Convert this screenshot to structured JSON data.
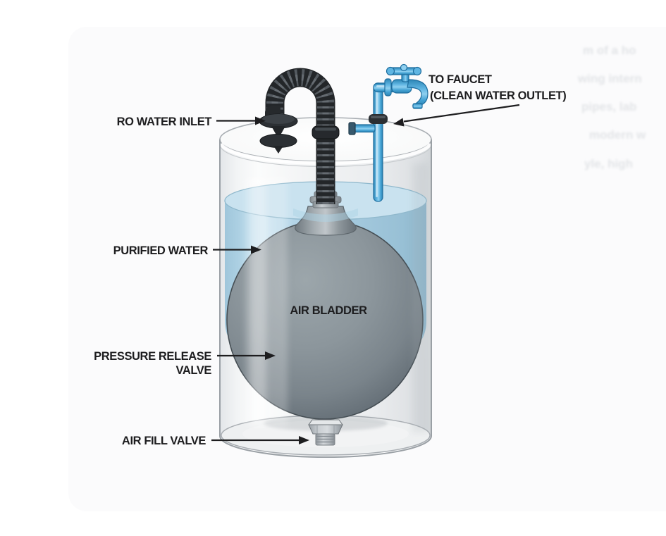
{
  "labels": {
    "ro_water_inlet": "RO WATER INLET",
    "to_faucet_line1": "TO FAUCET",
    "to_faucet_line2": "(CLEAN WATER OUTLET)",
    "purified_water": "PURIFIED WATER",
    "air_bladder": "AIR BLADDER",
    "pressure_release_line1": "PRESSURE RELEASE",
    "pressure_release_line2": "VALVE",
    "air_fill_valve": "AIR FILL VALVE"
  },
  "faded_background_text": {
    "line1": "m of a ho",
    "line2": "wing intern",
    "line3": "pipes, lab",
    "line4": "modern w",
    "line5": "yle, high"
  },
  "colors": {
    "water_body": "#a9cde1",
    "water_surface": "#c9e2ef",
    "bladder_gray": "#879197",
    "pipe_blue": "#4aa6d6",
    "hose_black": "#232629",
    "label_text": "#1d1d1f",
    "glass_stroke": "#a0a6ab"
  },
  "icons": {
    "faucet": "faucet-icon",
    "inlet_fitting": "inlet-fitting-icon",
    "air_valve": "air-fill-valve-icon"
  }
}
